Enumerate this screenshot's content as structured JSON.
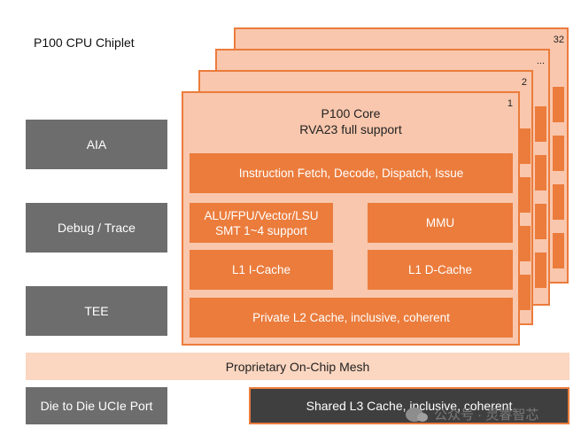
{
  "title": "P100 CPU Chiplet",
  "side_blocks": [
    "AIA",
    "Debug / Trace",
    "TEE",
    "Die to Die UCIe Port"
  ],
  "core_stack": {
    "labels": [
      "32",
      "...",
      "2",
      "1"
    ],
    "core_title_line1": "P100 Core",
    "core_title_line2": "RVA23 full support",
    "instruction_fetch": "Instruction Fetch, Decode, Dispatch, Issue",
    "alu_line1": "ALU/FPU/Vector/LSU",
    "alu_line2": "SMT 1~4 support",
    "mmu": "MMU",
    "l1i": "L1 I-Cache",
    "l1d": "L1 D-Cache",
    "l2": "Private L2 Cache, inclusive, coherent"
  },
  "mesh": "Proprietary On-Chip Mesh",
  "l3": "Shared L3 Cache, inclusive, coherent",
  "watermark": "公众号 · 灵睿智芯",
  "colors": {
    "accent": "#eb7c3c",
    "light_orange": "#f9c7ad",
    "gray_block": "#6d6d6d",
    "dark_block": "#3f3f3f"
  }
}
